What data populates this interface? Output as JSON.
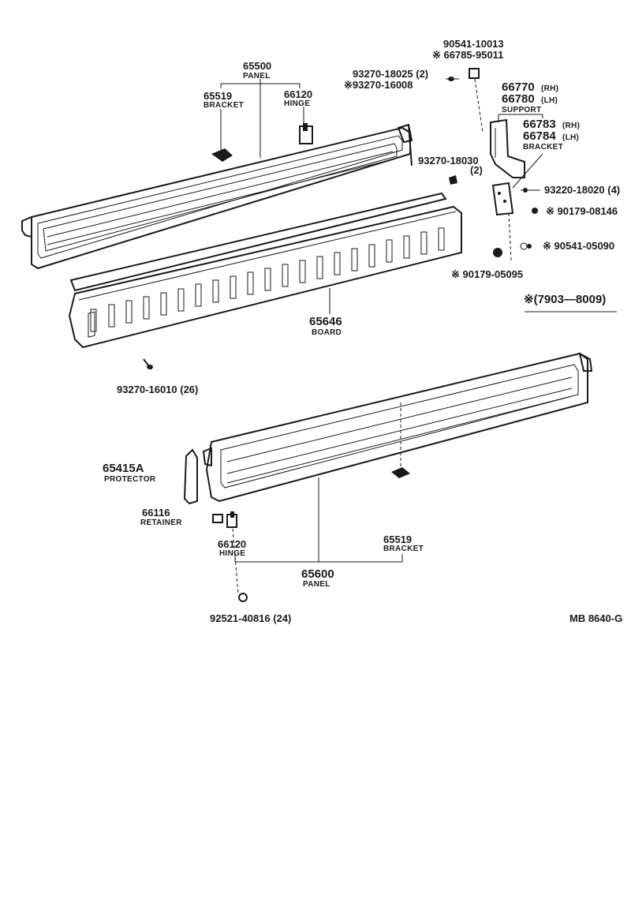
{
  "labels": {
    "top_panel_no": "65500",
    "top_panel_name": "PANEL",
    "top_bracket_no": "65519",
    "top_bracket_name": "BRACKET",
    "top_hinge_no": "66120",
    "top_hinge_name": "HINGE",
    "clip_no_1": "90541-10013",
    "clip_no_2": "※ 66785-95011",
    "screw_18025": "93270-18025 (2)",
    "screw_16008": "※93270-16008",
    "support_rh": "66770",
    "support_rh_side": "(RH)",
    "support_lh": "66780",
    "support_lh_side": "(LH)",
    "support_name": "SUPPORT",
    "bracket_rh": "66783",
    "bracket_rh_side": "(RH)",
    "bracket_lh": "66784",
    "bracket_lh_side": "(LH)",
    "bracket_name": "BRACKET",
    "screw_18030": "93270-18030",
    "screw_18030_qty": "(2)",
    "bolt_18020": "93220-18020 (4)",
    "nut_08146": "※ 90179-08146",
    "washer_05090": "※ 90541-05090",
    "nut_05095": "※ 90179-05095",
    "date_range": "※(7903—8009)",
    "board_no": "65646",
    "board_name": "BOARD",
    "screw_16010": "93270-16010 (26)",
    "protector_no": "65415A",
    "protector_name": "PROTECTOR",
    "retainer_no": "66116",
    "retainer_name": "RETAINER",
    "bottom_hinge_no": "66120",
    "bottom_hinge_name": "HINGE",
    "bottom_bracket_no": "65519",
    "bottom_bracket_name": "BRACKET",
    "bottom_panel_no": "65600",
    "bottom_panel_name": "PANEL",
    "screw_40816": "92521-40816 (24)",
    "figure_code": "MB  8640-G"
  }
}
